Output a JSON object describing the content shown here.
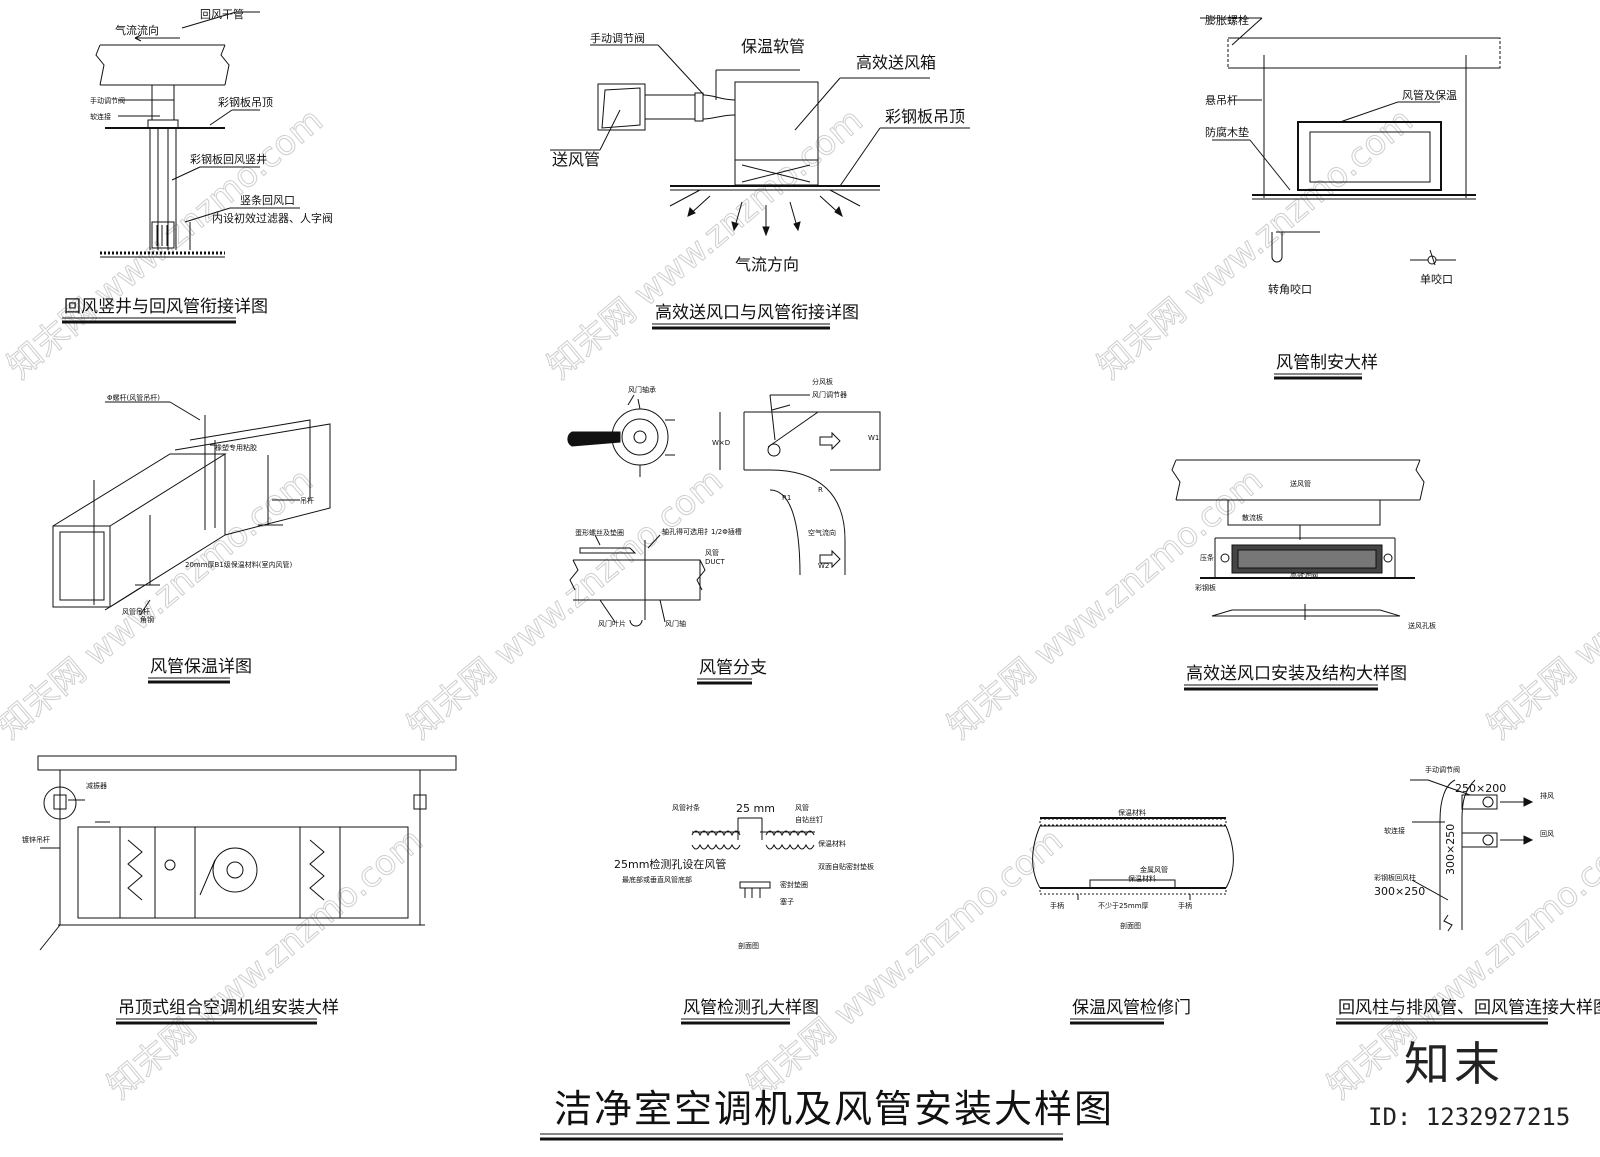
{
  "sheet_title": "洁净室空调机及风管安装大样图",
  "panels": [
    {
      "title": "回风竖井与回风管衔接详图",
      "labels": [
        "回风干管",
        "气流流向",
        "手动调节阀",
        "软连接",
        "彩钢板吊顶",
        "彩钢板回风竖井",
        "竖条回风口",
        "内设初效过滤器、人字阀"
      ]
    },
    {
      "title": "高效送风口与风管衔接详图",
      "labels": [
        "手动调节阀",
        "保温软管",
        "高效送风箱",
        "彩钢板吊顶",
        "送风管",
        "气流方向"
      ]
    },
    {
      "title": "风管制安大样",
      "labels": [
        "膨胀螺栓",
        "悬吊杆",
        "风管及保温",
        "防腐木垫",
        "转角咬口",
        "单咬口"
      ]
    },
    {
      "title": "风管保温详图",
      "labels": [
        "Φ螺杆(风管吊杆)",
        "橡塑专用粘胶",
        "吊杆",
        "20mm厚B1级保温材料(室内风管)",
        "角钢",
        "风管吊杆"
      ]
    },
    {
      "title": "风管分支",
      "labels": [
        "风门轴承",
        "分风板",
        "风门调节器",
        "空气流向",
        "蛋形螺丝及垫圈",
        "轴孔得可选用扌1/2Φ插槽",
        "风管",
        "DUCT",
        "风门叶片",
        "风门轴",
        "W1",
        "W2",
        "R1",
        "R",
        "W×D"
      ]
    },
    {
      "title": "高效送风口安装及结构大样图",
      "labels": [
        "送风管",
        "散流板",
        "压条",
        "高效滤网",
        "彩钢板",
        "送风孔板"
      ]
    },
    {
      "title": "吊顶式组合空调机组安装大样",
      "labels": [
        "减振器",
        "镀锌吊杆"
      ]
    },
    {
      "title": "风管检测孔大样图",
      "labels": [
        "风管衬条",
        "25 mm",
        "风管",
        "自钻丝钉",
        "保温材料",
        "25mm检测孔设在风管",
        "最底部或垂直风管底部",
        "双面自贴密封垫板",
        "密封垫圈",
        "塞子",
        "剖面图"
      ]
    },
    {
      "title": "保温风管检修门",
      "labels": [
        "保温材料",
        "金属风管",
        "保温材料",
        "手柄",
        "不少于25mm厚",
        "手柄",
        "剖面图"
      ]
    },
    {
      "title": "回风柱与排风管、回风管连接大样图",
      "labels": [
        "手动调节阀",
        "250×200",
        "排风",
        "回风",
        "软连接",
        "彩钢板回风柱",
        "300×250",
        "300×250"
      ]
    }
  ],
  "watermark": {
    "text": "知末网 www.znzmo.com"
  },
  "brand": {
    "name": "知末",
    "id": "ID: 1232927215"
  }
}
